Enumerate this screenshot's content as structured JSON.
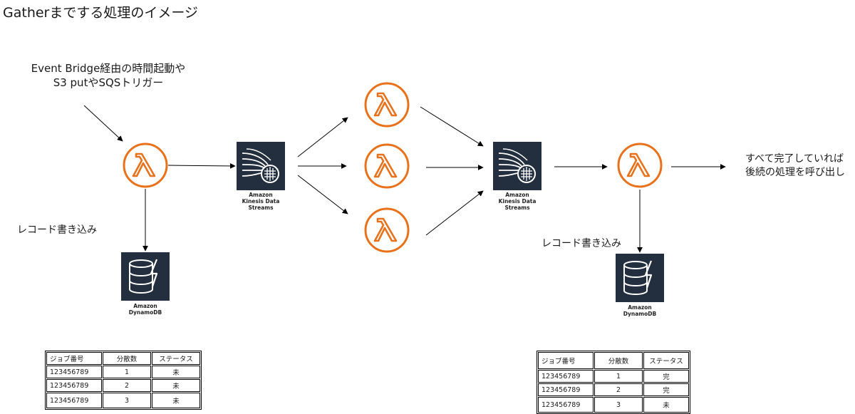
{
  "title": "Gatherまでする処理のイメージ",
  "trigger_note": [
    "Event Bridge経由の時間起動や",
    "S3 putやSQSトリガー"
  ],
  "record_write_left": "レコード書き込み",
  "record_write_right": "レコード書き込み",
  "end_note": [
    "すべて完了していれば",
    "後続の処理を呼び出し"
  ],
  "kinesis_caption": [
    "Amazon",
    "Kinesis Data",
    "Streams"
  ],
  "dynamodb_caption": [
    "Amazon",
    "DynamoDB"
  ],
  "colors": {
    "lambda_orange": "#E8721C",
    "aws_dark": "#232F3E",
    "arrow": "#000000"
  },
  "icons": {
    "lambda": "lambda-icon",
    "kinesis": "kinesis-data-streams-icon",
    "dynamodb": "dynamodb-icon"
  },
  "table_left": {
    "headers": [
      "ジョブ番号",
      "分散数",
      "ステータス"
    ],
    "rows": [
      [
        "123456789",
        "1",
        "未"
      ],
      [
        "123456789",
        "2",
        "未"
      ],
      [
        "123456789",
        "3",
        "未"
      ]
    ]
  },
  "table_right": {
    "headers": [
      "ジョブ番号",
      "分散数",
      "ステータス"
    ],
    "rows": [
      [
        "123456789",
        "1",
        "完"
      ],
      [
        "123456789",
        "2",
        "完"
      ],
      [
        "123456789",
        "3",
        "未"
      ]
    ]
  }
}
